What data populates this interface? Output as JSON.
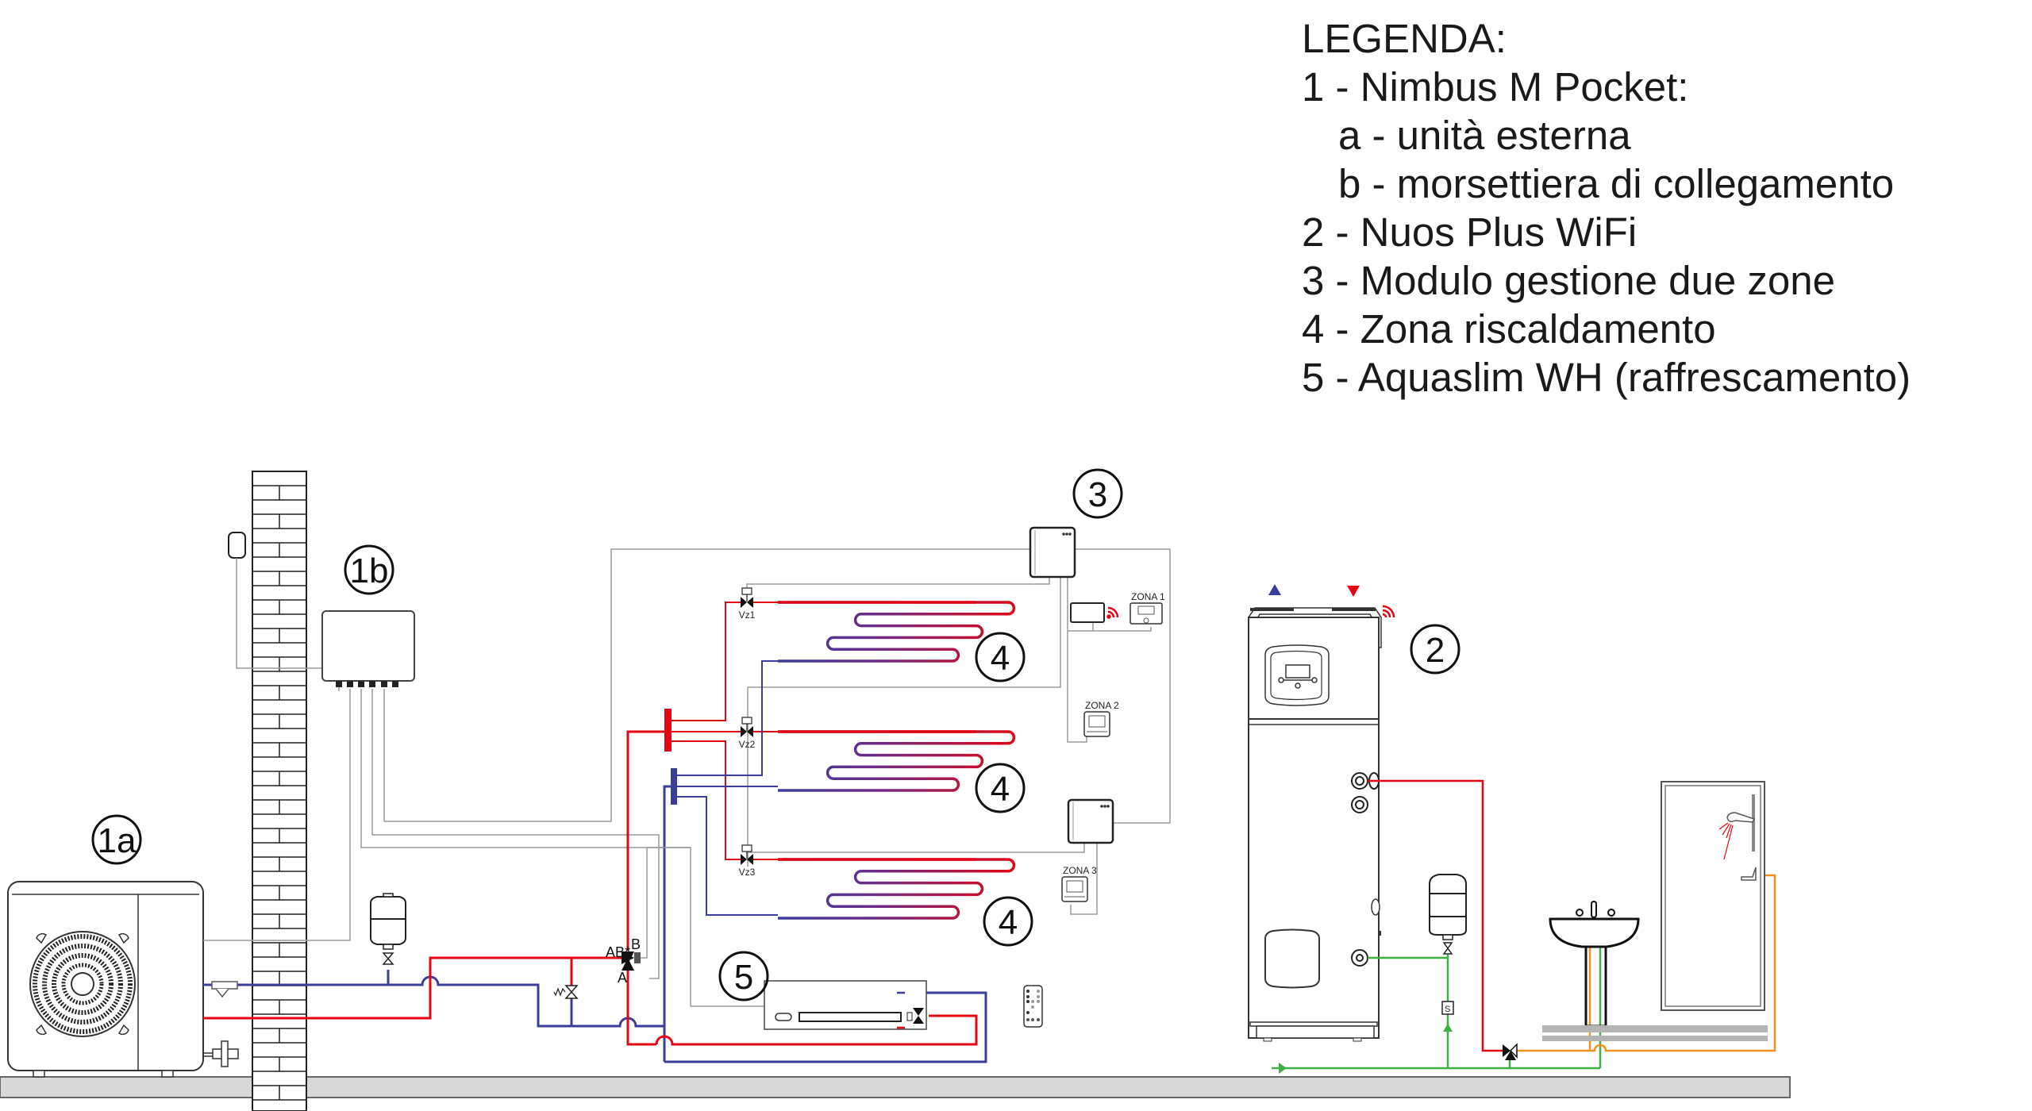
{
  "legend": {
    "title": "LEGENDA:",
    "items": [
      {
        "text": "1 - Nimbus M Pocket:",
        "level": 0
      },
      {
        "text": "a - unità esterna",
        "level": 1
      },
      {
        "text": "b - morsettiera di collegamento",
        "level": 1
      },
      {
        "text": "2 - Nuos Plus WiFi",
        "level": 0
      },
      {
        "text": "3 - Modulo gestione due zone",
        "level": 0
      },
      {
        "text": "4 - Zona riscaldamento",
        "level": 0
      },
      {
        "text": "5 - Aquaslim WH (raffrescamento)",
        "level": 0
      }
    ]
  },
  "callouts": {
    "c1a": "1a",
    "c1b": "1b",
    "c2": "2",
    "c3": "3",
    "c4_zone1": "4",
    "c4_zone2": "4",
    "c4_zone3": "4",
    "c5": "5"
  },
  "valves": {
    "vz1": "Vz1",
    "vz2": "Vz2",
    "vz3": "Vz3",
    "three_way_ports": {
      "ab": "AB*",
      "a": "A",
      "b": "B"
    },
    "filter_label": "S"
  },
  "thermostats": {
    "zone1": "ZONA 1",
    "zone2": "ZONA 2",
    "zone3": "ZONA 3"
  },
  "colors": {
    "hot_pipe": "#e30613",
    "cold_pipe": "#3a3d9a",
    "cold_water": "#3cb043",
    "mixed_water": "#f39020",
    "wiring": "#9a9a9a",
    "outline": "#222222",
    "floor": "#d9d9d9",
    "wifi": "#e30613"
  }
}
